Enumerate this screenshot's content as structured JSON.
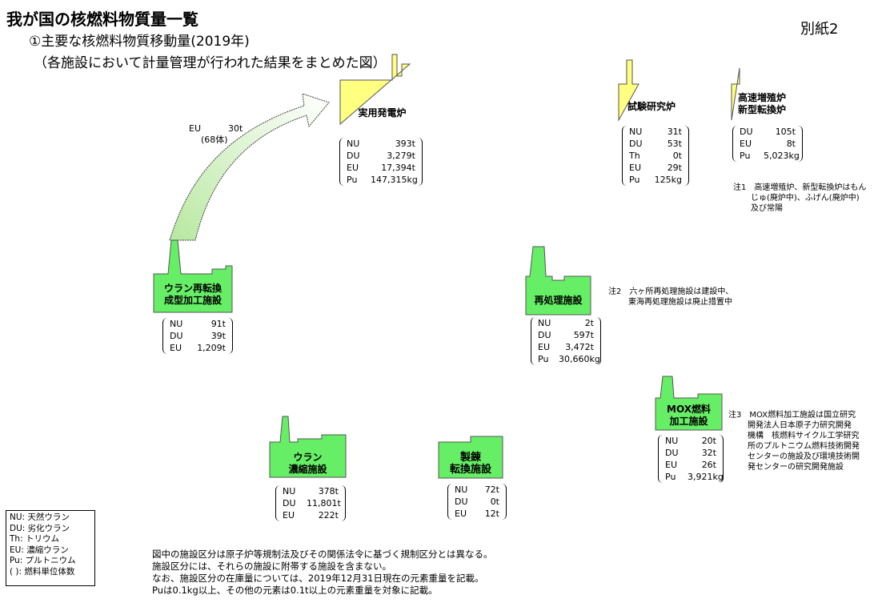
{
  "title": "我が国の核燃料物質量一覧",
  "subtitle": "①主要な核燃料物質移動量(2019年)",
  "subtitle2": "（各施設において計量管理が行われた結果をまとめた図）",
  "doc_label": "別紙2",
  "transfer": {
    "eu_label": "EU",
    "eu_value": "30t",
    "eu_units": "(68体)"
  },
  "facilities": {
    "power": {
      "name": "実用発電炉",
      "rows": [
        {
          "k": "NU",
          "v": "393t"
        },
        {
          "k": "DU",
          "v": "3,279t"
        },
        {
          "k": "EU",
          "v": "17,394t"
        },
        {
          "k": "Pu",
          "v": "147,315kg"
        }
      ]
    },
    "research": {
      "name": "試験研究炉",
      "rows": [
        {
          "k": "NU",
          "v": "31t"
        },
        {
          "k": "DU",
          "v": "53t"
        },
        {
          "k": "Th",
          "v": "0t"
        },
        {
          "k": "EU",
          "v": "29t"
        },
        {
          "k": "Pu",
          "v": "125kg"
        }
      ]
    },
    "fbr": {
      "name": "高速増殖炉\n新型転換炉",
      "rows": [
        {
          "k": "DU",
          "v": "105t"
        },
        {
          "k": "EU",
          "v": "8t"
        },
        {
          "k": "Pu",
          "v": "5,023kg"
        }
      ]
    },
    "conversion": {
      "name": "ウラン再転換\n成型加工施設",
      "rows": [
        {
          "k": "NU",
          "v": "91t"
        },
        {
          "k": "DU",
          "v": "39t"
        },
        {
          "k": "EU",
          "v": "1,209t"
        }
      ]
    },
    "reprocess": {
      "name": "再処理施設",
      "rows": [
        {
          "k": "NU",
          "v": "2t"
        },
        {
          "k": "DU",
          "v": "597t"
        },
        {
          "k": "EU",
          "v": "3,472t"
        },
        {
          "k": "Pu",
          "v": "30,660kg"
        }
      ]
    },
    "mox": {
      "name": "MOX燃料\n加工施設",
      "rows": [
        {
          "k": "NU",
          "v": "20t"
        },
        {
          "k": "DU",
          "v": "32t"
        },
        {
          "k": "EU",
          "v": "26t"
        },
        {
          "k": "Pu",
          "v": "3,921kg"
        }
      ]
    },
    "enrich": {
      "name": "ウラン\n濃縮施設",
      "rows": [
        {
          "k": "NU",
          "v": "378t"
        },
        {
          "k": "DU",
          "v": "11,801t"
        },
        {
          "k": "EU",
          "v": "222t"
        }
      ]
    },
    "refine": {
      "name": "製錬\n転換施設",
      "rows": [
        {
          "k": "NU",
          "v": "72t"
        },
        {
          "k": "DU",
          "v": "0t"
        },
        {
          "k": "EU",
          "v": "12t"
        }
      ]
    }
  },
  "notes": {
    "n1": [
      "注1　高速増殖炉、新型転換炉はもん",
      "じゅ(廃炉中)、ふげん(廃炉中)",
      "及び常陽"
    ],
    "n2": [
      "注2　六ヶ所再処理施設は建設中、",
      "東海再処理施設は廃止措置中"
    ],
    "n3": [
      "注3　MOX燃料加工施設は国立研究",
      "開発法人日本原子力研究開発",
      "機構　核燃料サイクル工学研究",
      "所のプルトニウム燃料技術開発",
      "センターの施設及び環境技術開",
      "発センターの研究開発施設"
    ]
  },
  "legend": [
    "NU: 天然ウラン",
    "DU: 劣化ウラン",
    "Th: トリウム",
    "EU: 濃縮ウラン",
    "Pu: プルトニウム",
    "( ): 燃料単位体数"
  ],
  "footer": [
    "図中の施設区分は原子炉等規制法及びその関係法令に基づく規制区分とは異なる。",
    "施設区分には、それらの施設に附帯する施設を含まない。",
    "なお、施設区分の在庫量については、2019年12月31日現在の元素重量を記載。",
    "Puは0.1kg以上、その他の元素は0.1t以上の元素重量を対象に記載。"
  ],
  "colors": {
    "reactor_yellow": "#ffff80",
    "facility_green": "#66ee66",
    "arrow_green": "#e8f8e0"
  }
}
